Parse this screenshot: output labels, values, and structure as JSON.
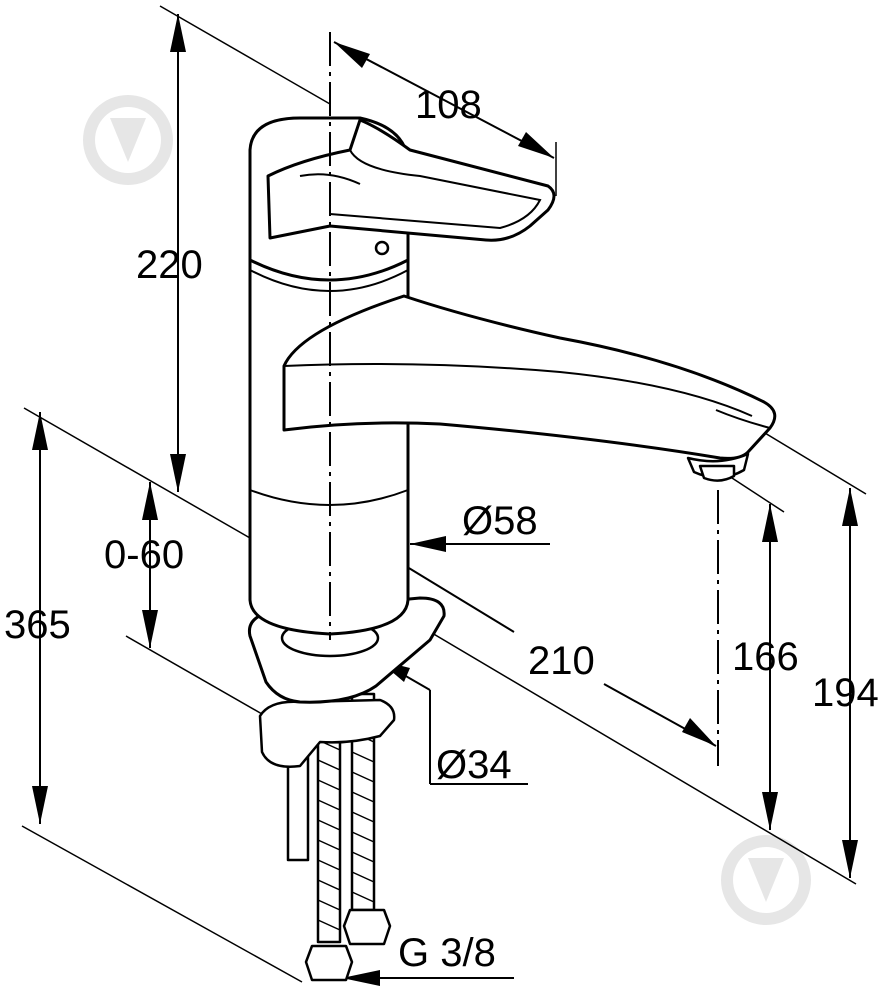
{
  "dimensions": {
    "width_top": "108",
    "height_upper": "220",
    "adjust_range": "0-60",
    "total_length": "365",
    "body_diameter": "Ø58",
    "reach": "210",
    "spout_height": "166",
    "overall_height": "194",
    "hole_diameter": "Ø34",
    "connection_thread": "G 3/8"
  },
  "colors": {
    "line": "#000000",
    "background": "#ffffff",
    "watermark": "#e6e6e6"
  },
  "icons": [
    "watermark-logo-icon"
  ]
}
